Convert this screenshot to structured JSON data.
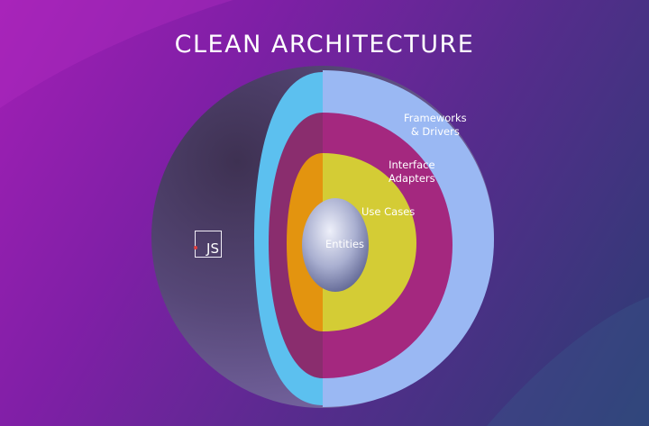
{
  "title": "CLEAN ARCHITECTURE",
  "layers": [
    {
      "label_line1": "Frameworks",
      "label_line2": "& Drivers",
      "color": "#9ab8f3"
    },
    {
      "label_line1": "Interface",
      "label_line2": "Adapters",
      "color": "#a4287f"
    },
    {
      "label_line1": "Use Cases",
      "color": "#d4cc35"
    },
    {
      "label_line1": "Entities",
      "color": "#9aa0c4"
    }
  ],
  "logo": {
    "text": "JS"
  },
  "colors": {
    "background_start": "#a21fb5",
    "background_end": "#2b3d72",
    "sphere_shell": "#5d4d83",
    "outer_rim": "#5cc0ef",
    "adapters_shadow": "#8a2d6e",
    "usecases_shadow": "#e3940f"
  }
}
